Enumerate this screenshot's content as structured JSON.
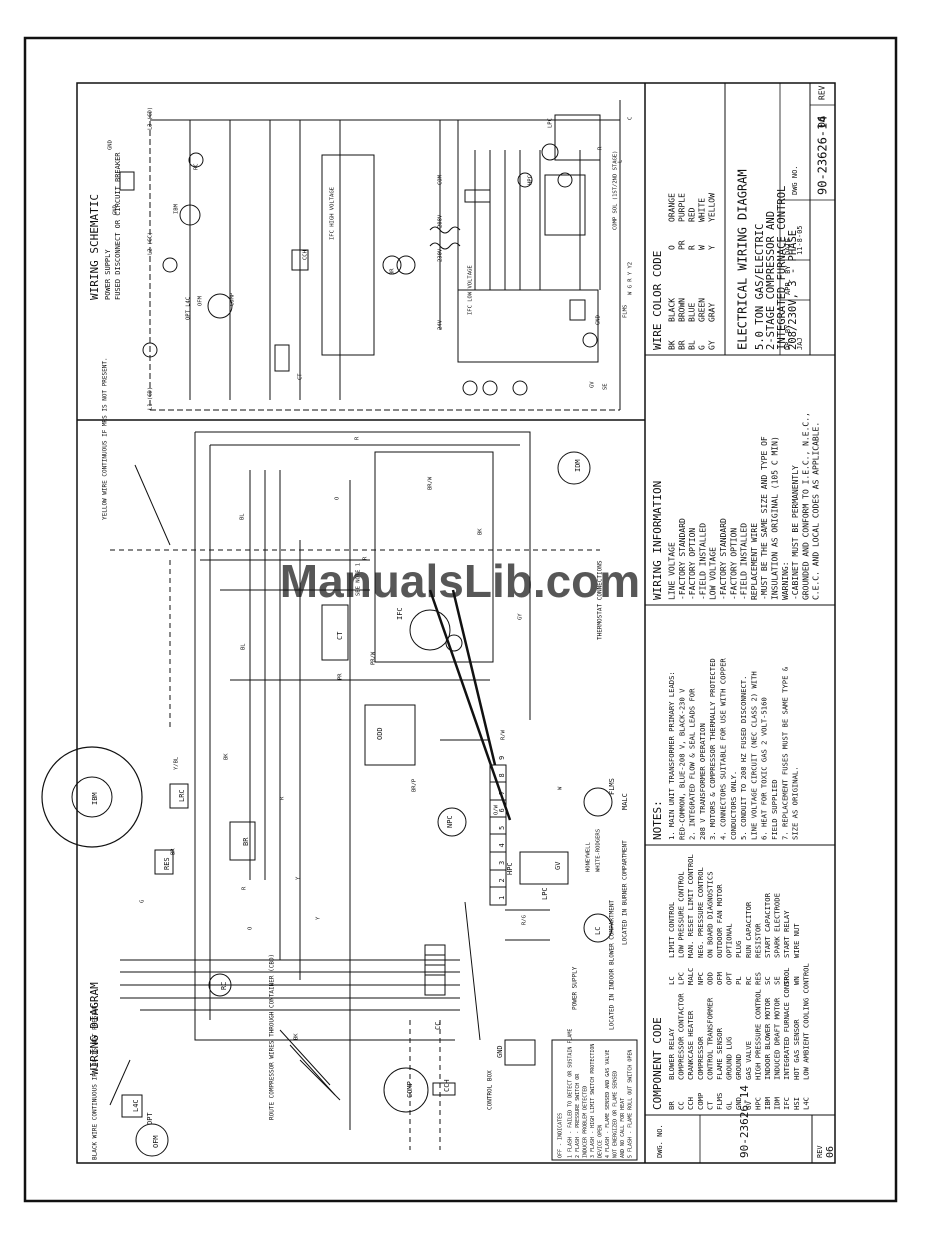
{
  "watermark": "ManualsLib.com",
  "title_block": {
    "title": "ELECTRICAL WIRING DIAGRAM",
    "subtitle_lines": [
      "5.0 TON GAS/ELECTRIC",
      "2-STAGE COMPRESSOR AND",
      "INTEGRATED FURNACE CONTROL",
      "208/230V, 3 - PHASE"
    ],
    "rev_label": "REV",
    "rev_value": "06",
    "dwg_label": "DWG NO.",
    "dwg_number": "90-23626-14",
    "date_label": "DATE",
    "date_value": "11-8-05",
    "appby_label": "APP. BY",
    "drby_label": "DR. BY",
    "drby_value": "JAJ"
  },
  "bottom_title": {
    "dwg_label": "DWG. NO.",
    "dwg_number": "90-23626-14",
    "rev_label": "REV",
    "rev_value": "06"
  },
  "wire_color_code": {
    "heading": "WIRE COLOR CODE",
    "left": [
      {
        "code": "BK",
        "name": "BLACK"
      },
      {
        "code": "BR",
        "name": "BROWN"
      },
      {
        "code": "BL",
        "name": "BLUE"
      },
      {
        "code": "G",
        "name": "GREEN"
      },
      {
        "code": "GY",
        "name": "GRAY"
      }
    ],
    "right": [
      {
        "code": "O",
        "name": "ORANGE"
      },
      {
        "code": "PR",
        "name": "PURPLE"
      },
      {
        "code": "R",
        "name": "RED"
      },
      {
        "code": "W",
        "name": "WHITE"
      },
      {
        "code": "Y",
        "name": "YELLOW"
      }
    ]
  },
  "wiring_information": {
    "heading": "WIRING INFORMATION",
    "lines": [
      "LINE VOLTAGE",
      "-FACTORY STANDARD",
      "-FACTORY OPTION",
      "-FIELD INSTALLED",
      "LOW VOLTAGE",
      "-FACTORY STANDARD",
      "-FACTORY OPTION",
      "-FIELD INSTALLED",
      "REPLACEMENT WIRE",
      "-MUST BE THE SAME SIZE AND TYPE OF",
      "INSULATION AS ORIGINAL (105 C MIN)",
      "WARNING:",
      "-CABINET MUST BE PERMANENTLY",
      "GROUNDED AND CONFORM TO I.E.C., N.E.C.,",
      "C.E.C. AND LOCAL CODES AS APPLICABLE."
    ]
  },
  "notes": {
    "heading": "NOTES:",
    "lines": [
      "1. MAIN UNIT TRANSFORMER PRIMARY LEADS:",
      "   RED-COMMON, BLUE-208 V, BLACK-230 V",
      "2. INTEGRATED FLOW & SEAL LEADS FOR",
      "   208 V TRANSFORMER OPERATION",
      "3. MOTORS & COMPRESSOR THERMALLY PROTECTED",
      "4. CONNECTORS SUITABLE FOR USE WITH COPPER",
      "   CONDUCTORS ONLY.",
      "5. CONDUIT TO 208 HZ FUSED DISCONNECT.",
      "   LINE VOLTAGE CIRCUIT (NEC CLASS 2) WITH",
      "6. HEAT FOR TOXIC GAS 2 VOLT-5160",
      "   FIELD SUPPLIED",
      "7. REPLACEMENT FUSES MUST BE SAME TYPE &",
      "   SIZE AS ORIGINAL."
    ]
  },
  "component_code": {
    "heading": "COMPONENT CODE",
    "left": [
      {
        "code": "BR",
        "name": "BLOWER RELAY"
      },
      {
        "code": "CC",
        "name": "COMPRESSOR CONTACTOR"
      },
      {
        "code": "CCH",
        "name": "CRANKCASE HEATER"
      },
      {
        "code": "COMP",
        "name": "COMPRESSOR"
      },
      {
        "code": "CT",
        "name": "CONTROL TRANSFORMER"
      },
      {
        "code": "FLMS",
        "name": "FLAME SENSOR"
      },
      {
        "code": "GL",
        "name": "GROUND LUG"
      },
      {
        "code": "GND",
        "name": "GROUND"
      },
      {
        "code": "GV",
        "name": "GAS VALVE"
      },
      {
        "code": "HPC",
        "name": "HIGH PRESSURE CONTROL"
      },
      {
        "code": "IBM",
        "name": "INDOOR BLOWER MOTOR"
      },
      {
        "code": "IDM",
        "name": "INDUCED DRAFT MOTOR"
      },
      {
        "code": "IFC",
        "name": "INTEGRATED FURNACE CONTROL"
      },
      {
        "code": "HSI",
        "name": "HOT GAS SENSOR"
      },
      {
        "code": "L4C",
        "name": "LOW AMBIENT COOLING CONTROL"
      }
    ],
    "right": [
      {
        "code": "LC",
        "name": "LIMIT CONTROL"
      },
      {
        "code": "LPC",
        "name": "LOW PRESSURE CONTROL"
      },
      {
        "code": "MALC",
        "name": "MAN. RESET LIMIT CONTROL"
      },
      {
        "code": "NPC",
        "name": "NEG. PRESSURE CONTROL"
      },
      {
        "code": "ODD",
        "name": "ON BOARD DIAGNOSTICS"
      },
      {
        "code": "OFM",
        "name": "OUTDOOR FAN MOTOR"
      },
      {
        "code": "OPT",
        "name": "OPTIONAL"
      },
      {
        "code": "PL",
        "name": "PLUG"
      },
      {
        "code": "RC",
        "name": "RUN CAPACITOR"
      },
      {
        "code": "RES",
        "name": "RESISTOR"
      },
      {
        "code": "SC",
        "name": "START CAPACITOR"
      },
      {
        "code": "SE",
        "name": "SPARK ELECTRODE"
      },
      {
        "code": "SR",
        "name": "START RELAY"
      },
      {
        "code": "WN",
        "name": "WIRE NUT"
      }
    ]
  },
  "flash_codes": {
    "heading": "OFF - INDICATES",
    "lines": [
      "1 FLASH - FAILED TO DETECT OR SUSTAIN FLAME",
      "2 FLASH - PRESSURE SWITCH OR",
      "          INDUCER PROBLEM DETECTED",
      "3 FLASH - HIGH LIMIT SWITCH PROTECTION",
      "          DEVICE OPEN",
      "4 FLASH - FLAME SENSED AND GAS VALVE",
      "          NOT ENERGIZED OR FLAME SENSED",
      "          AND NO CALL FOR HEAT",
      "5 FLASH - FLAME ROLL OUT SWITCH OPEN"
    ]
  },
  "wiring_diagram": {
    "heading": "WIRING DIAGRAM",
    "callouts": {
      "yellow_wire": "YELLOW WIRE CONTINUOUS IF MRS IS NOT PRESENT.",
      "black_wire": "BLACK WIRE CONTINUOUS IF L4C IS NOT PRESENT.",
      "route_compressor": "ROUTE COMPRESSOR WIRES THROUGH CONTAINER (CBD)",
      "control_box": "CONTROL BOX",
      "located_blower": "LOCATED IN INDOOR BLOWER COMPARTMENT",
      "located_burner": "LOCATED IN BURNER COMPARTMENT",
      "power_supply": "POWER SUPPLY",
      "thermostat": "THERMOSTAT CONNECTIONS",
      "see_note": "SEE NOTE 1",
      "honeywell": "HONEYWELL",
      "white_rodgers": "WHITE-RODGERS"
    },
    "components": {
      "ibm": "IBM",
      "idm": "IDM",
      "ifc": "IFC",
      "ct": "CT",
      "br": "BR",
      "lrc": "LRC",
      "res": "RES",
      "rc": "RC",
      "cc": "CC",
      "comp": "COMP",
      "cch": "CCH",
      "ofm": "OFM",
      "l4c": "L4C",
      "opt": "OPT",
      "flms": "FLMS",
      "malc": "MALC",
      "lc": "LC",
      "npc": "NPC",
      "gnd": "GND",
      "odd": "ODD",
      "gv": "GV",
      "hpc": "HPC",
      "lpc": "LPC"
    },
    "terminals": [
      "1",
      "2",
      "3",
      "4",
      "5",
      "6",
      "7",
      "8",
      "9"
    ],
    "wire_labels": [
      "BK",
      "BK",
      "BK",
      "BL",
      "BL",
      "BR",
      "BR/W",
      "BR/P",
      "R",
      "R",
      "R",
      "Y",
      "Y",
      "O",
      "G",
      "W",
      "PR",
      "PR/W",
      "Y/BL",
      "R/W",
      "R/G",
      "O/W",
      "GY",
      "R",
      "O"
    ]
  },
  "wiring_schematic": {
    "heading": "WIRING SCHEMATIC",
    "power_supply": "POWER SUPPLY",
    "disconnect": "FUSED DISCONNECT OR CIRCUIT BREAKER",
    "labels": [
      "L3 (CD)",
      "L2 (CC)",
      "L1 (CD)",
      "GND",
      "GND",
      "CT",
      "COM",
      "208V",
      "230V",
      "24V",
      "IFC HIGH VOLTAGE",
      "IFC LOW VOLTAGE",
      "COMP SOL (1ST/2ND STAGE)",
      "FLMS",
      "W G R Y Y2",
      "C",
      "R",
      "L",
      "OPT L4C",
      "CCH",
      "IBM",
      "OFM",
      "COMP",
      "BR",
      "RC",
      "HPC",
      "LPC",
      "GND",
      "SE",
      "GV"
    ]
  }
}
